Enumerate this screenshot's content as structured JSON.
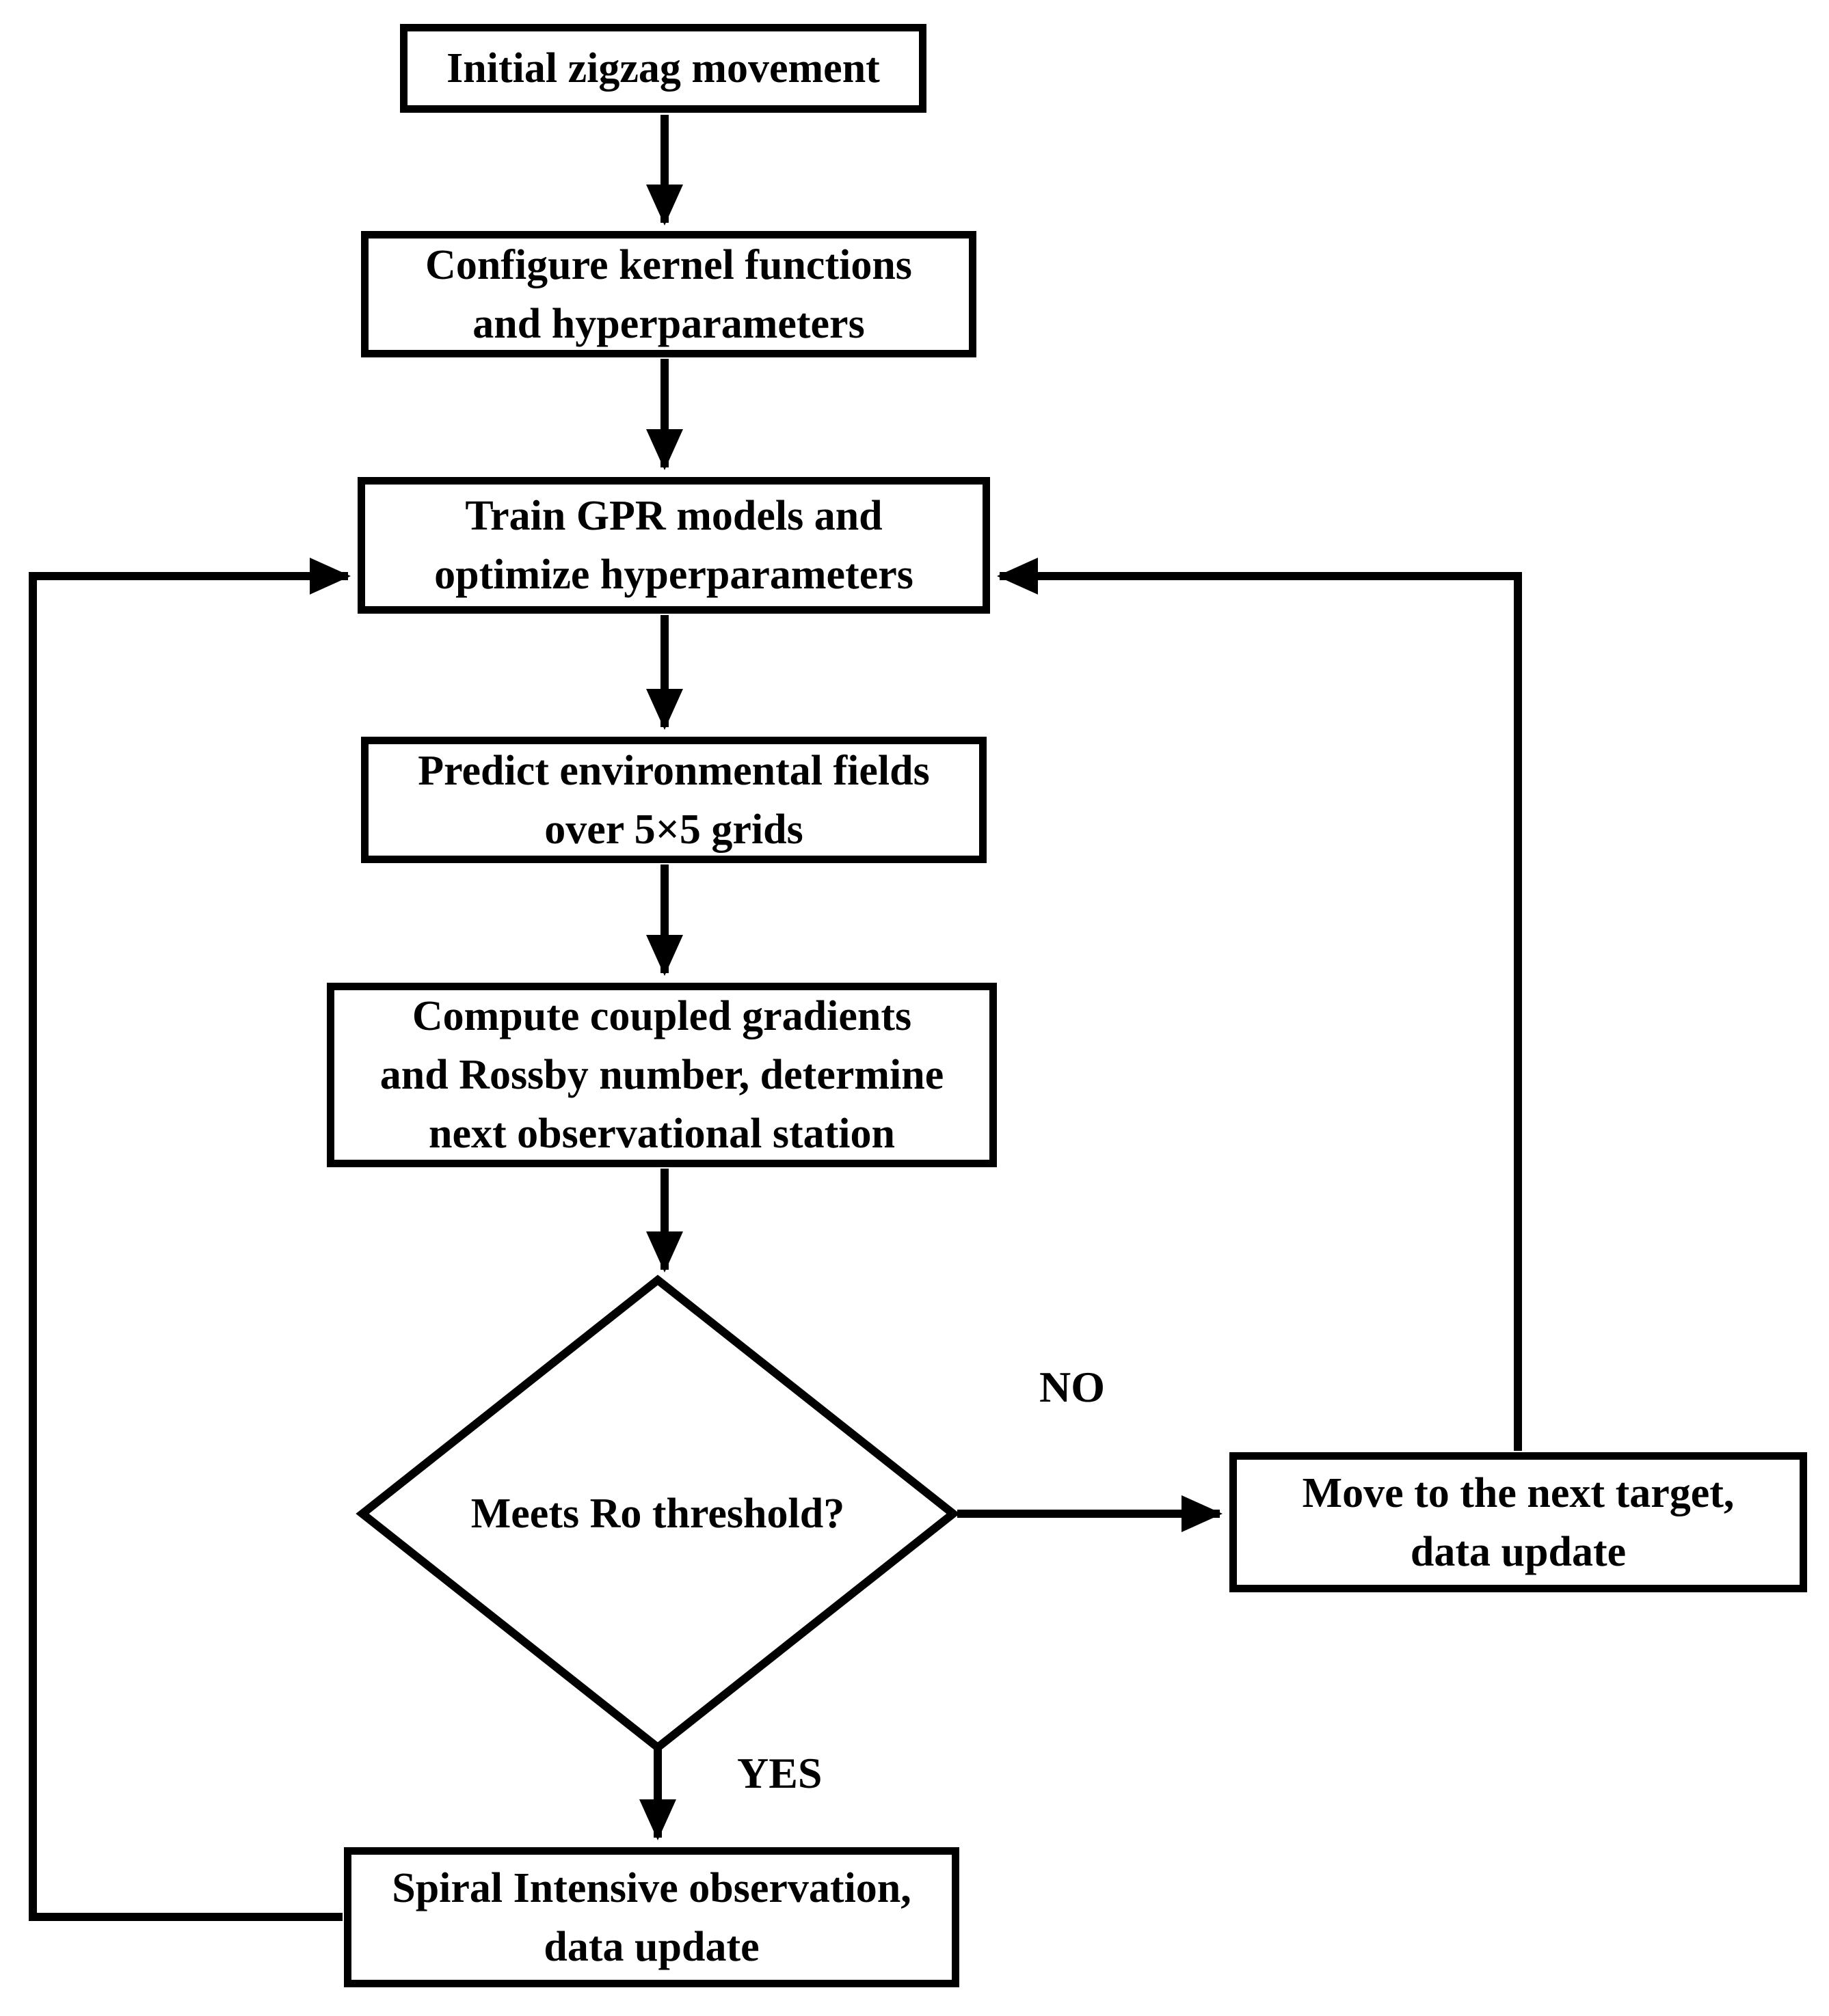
{
  "figure": {
    "background": "#ffffff",
    "stroke_color": "#000000",
    "text_color": "#000000"
  },
  "nodes": {
    "initial": {
      "shape": "rect",
      "lines": [
        "Initial zigzag movement"
      ]
    },
    "configure": {
      "shape": "rect",
      "lines": [
        "Configure kernel functions",
        "and hyperparameters"
      ]
    },
    "train": {
      "shape": "rect",
      "lines": [
        "Train GPR models and",
        "optimize hyperparameters"
      ]
    },
    "predict": {
      "shape": "rect",
      "lines": [
        "Predict environmental fields",
        "over 5×5 grids"
      ]
    },
    "compute": {
      "shape": "rect",
      "lines": [
        "Compute coupled gradients",
        "and Rossby number, determine",
        "next observational station"
      ]
    },
    "decision": {
      "shape": "diamond",
      "lines": [
        "Meets Ro threshold?"
      ]
    },
    "move": {
      "shape": "rect",
      "lines": [
        "Move to the next target,",
        "data update"
      ]
    },
    "spiral": {
      "shape": "rect",
      "lines": [
        "Spiral Intensive observation,",
        "data update"
      ]
    }
  },
  "edges": [
    {
      "from": "initial",
      "to": "configure",
      "label": ""
    },
    {
      "from": "configure",
      "to": "train",
      "label": ""
    },
    {
      "from": "train",
      "to": "predict",
      "label": ""
    },
    {
      "from": "predict",
      "to": "compute",
      "label": ""
    },
    {
      "from": "compute",
      "to": "decision",
      "label": ""
    },
    {
      "from": "decision",
      "to": "move",
      "label": "NO"
    },
    {
      "from": "decision",
      "to": "spiral",
      "label": "YES"
    },
    {
      "from": "move",
      "to": "train",
      "label": ""
    },
    {
      "from": "spiral",
      "to": "train",
      "label": ""
    }
  ]
}
